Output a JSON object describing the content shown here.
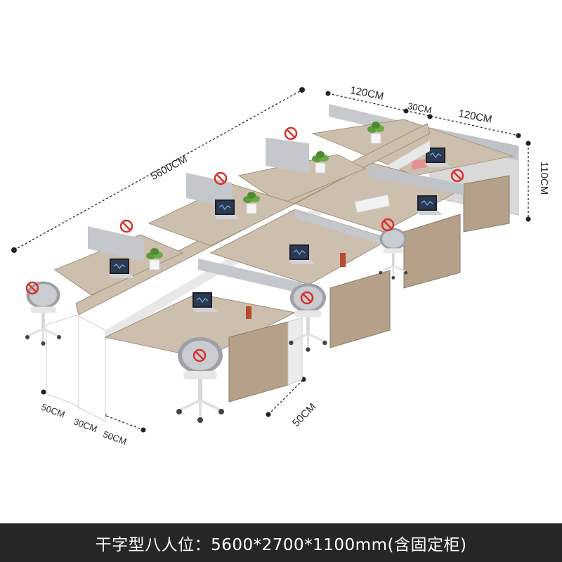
{
  "dimensions": {
    "total_length": "5600CM",
    "top_width_left": "120CM",
    "top_gap": "30CM",
    "top_width_right": "120CM",
    "height": "110CM",
    "bottom_left": "50CM",
    "bottom_mid": "30CM",
    "bottom_right": "50CM",
    "depth": "50CM"
  },
  "caption": "干字型八人位：5600*2700*1100mm(含固定柜)",
  "colors": {
    "desk_top": "#cdbfae",
    "cabinet": "#b5a18a",
    "panel_white": "#ececec",
    "caption_bg": "#262626",
    "no_sign_red": "#d9302c"
  }
}
